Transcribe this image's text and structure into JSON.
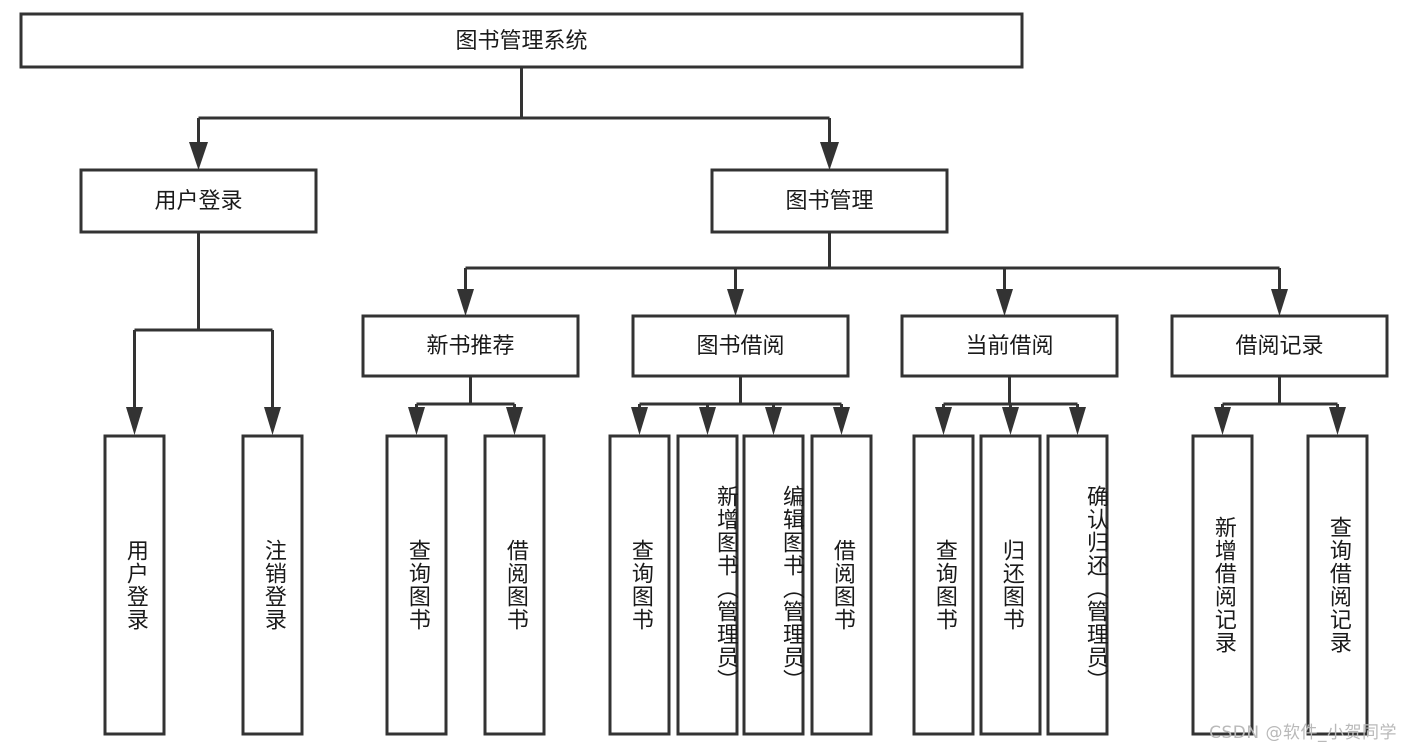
{
  "diagram": {
    "type": "hierarchy-tree",
    "title": "图书管理系统",
    "watermark": "CSDN @软件_小贺同学",
    "root": {
      "label": "图书管理系统",
      "children": [
        {
          "label": "用户登录",
          "children": [
            {
              "label": "用户登录"
            },
            {
              "label": "注销登录"
            }
          ]
        },
        {
          "label": "图书管理",
          "children": [
            {
              "label": "新书推荐",
              "children": [
                {
                  "label": "查询图书"
                },
                {
                  "label": "借阅图书"
                }
              ]
            },
            {
              "label": "图书借阅",
              "children": [
                {
                  "label": "查询图书"
                },
                {
                  "label": "新增图书（管理员）"
                },
                {
                  "label": "编辑图书（管理员）"
                },
                {
                  "label": "借阅图书"
                }
              ]
            },
            {
              "label": "当前借阅",
              "children": [
                {
                  "label": "查询图书"
                },
                {
                  "label": "归还图书"
                },
                {
                  "label": "确认归还（管理员）"
                }
              ]
            },
            {
              "label": "借阅记录",
              "children": [
                {
                  "label": "新增借阅记录"
                },
                {
                  "label": "查询借阅记录"
                }
              ]
            }
          ]
        }
      ]
    },
    "nodes": {
      "root": {
        "label": "图书管理系统"
      },
      "l1": [
        {
          "label": "用户登录"
        },
        {
          "label": "图书管理"
        }
      ],
      "l2": [
        {
          "label": "新书推荐"
        },
        {
          "label": "图书借阅"
        },
        {
          "label": "当前借阅"
        },
        {
          "label": "借阅记录"
        }
      ],
      "leaves": [
        {
          "label": "用户登录"
        },
        {
          "label": "注销登录"
        },
        {
          "label": "查询图书"
        },
        {
          "label": "借阅图书"
        },
        {
          "label": "查询图书"
        },
        {
          "label": "新增图书（管理员）"
        },
        {
          "label": "编辑图书（管理员）"
        },
        {
          "label": "借阅图书"
        },
        {
          "label": "查询图书"
        },
        {
          "label": "归还图书"
        },
        {
          "label": "确认归还（管理员）"
        },
        {
          "label": "新增借阅记录"
        },
        {
          "label": "查询借阅记录"
        }
      ]
    },
    "colors": {
      "stroke": "#333333",
      "fill": "#ffffff",
      "text": "#1a1a1a",
      "watermark": "#b9b9b9"
    }
  }
}
